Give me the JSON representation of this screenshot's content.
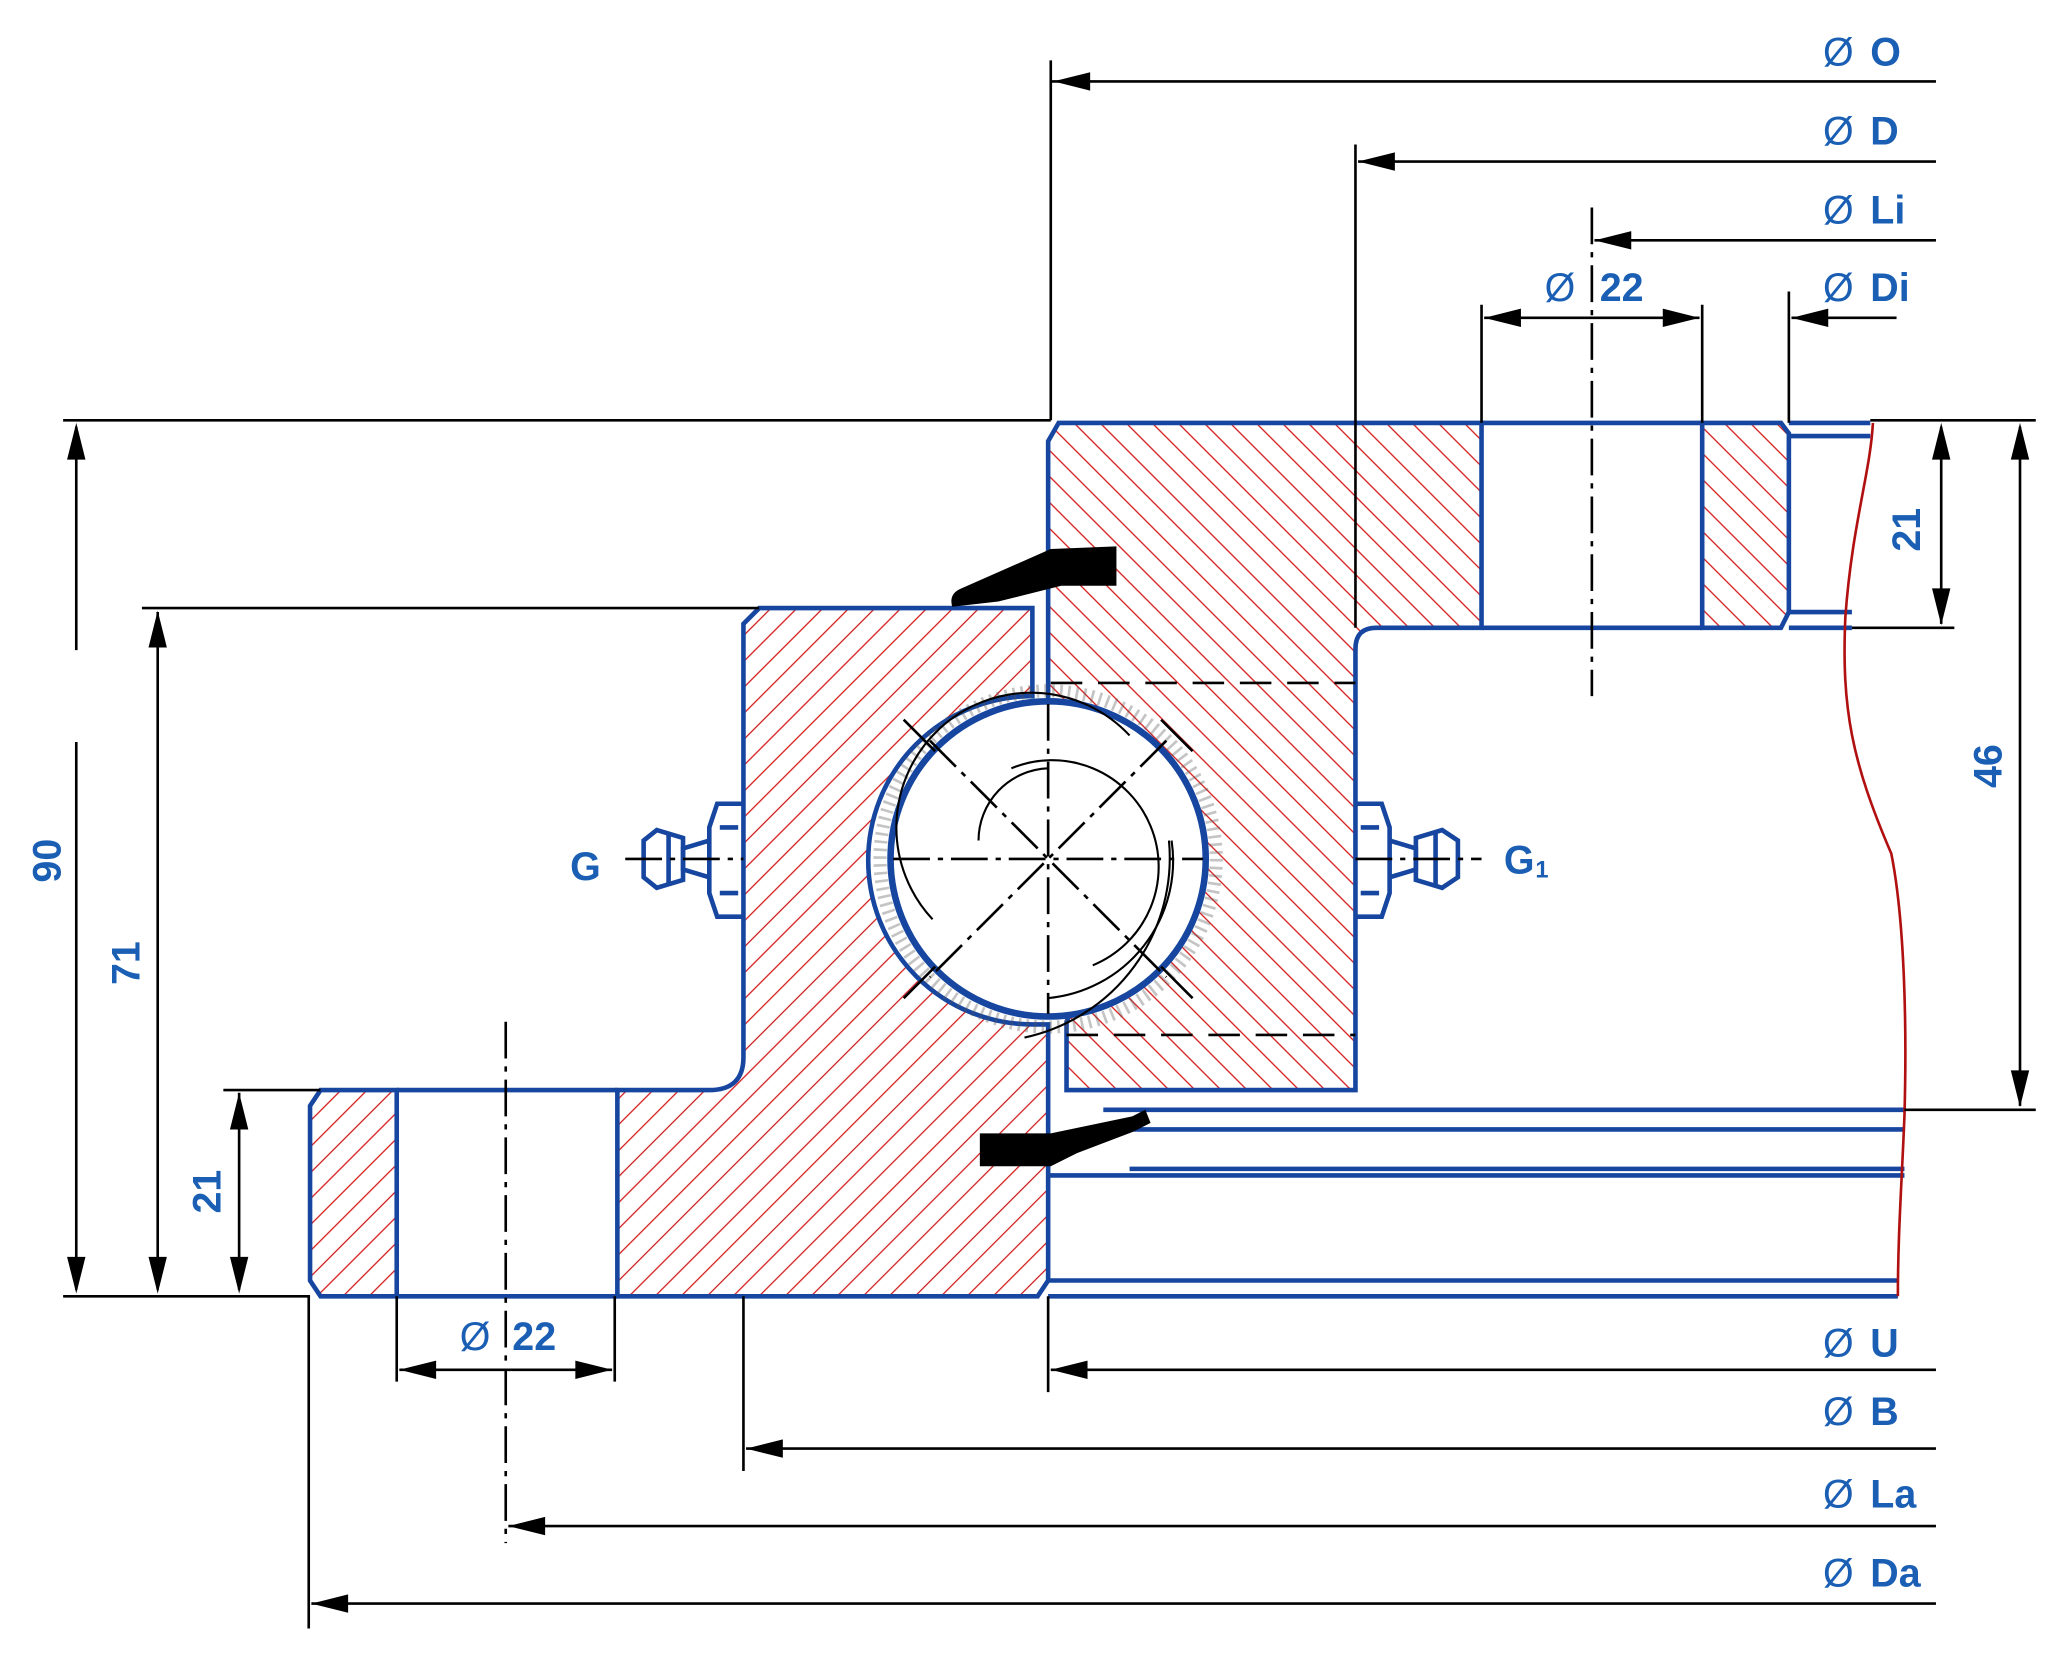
{
  "drawing": {
    "title": "Slewing bearing cross-section (four-point contact ball)",
    "colors": {
      "label": "#1a5fb4",
      "outline": "#1646a0",
      "hatch": "#d42020",
      "dimension": "#000000",
      "break_line": "#b01010"
    },
    "diameter_symbol": "Ø",
    "top_diameters": [
      {
        "symbol": "Ø",
        "name": "O"
      },
      {
        "symbol": "Ø",
        "name": "D"
      },
      {
        "symbol": "Ø",
        "name": "Li"
      },
      {
        "symbol": "Ø",
        "name": "Di"
      }
    ],
    "bottom_diameters": [
      {
        "symbol": "Ø",
        "name": "U"
      },
      {
        "symbol": "Ø",
        "name": "B"
      },
      {
        "symbol": "Ø",
        "name": "La"
      },
      {
        "symbol": "Ø",
        "name": "Da"
      }
    ],
    "hole_diameters": {
      "inner_ring_hole": {
        "symbol": "Ø",
        "value": "22"
      },
      "outer_ring_hole": {
        "symbol": "Ø",
        "value": "22"
      }
    },
    "heights": {
      "total_height": "90",
      "outer_ring_height": "71",
      "outer_flange_thickness": "21",
      "inner_flange_thickness": "21",
      "inner_ring_height": "46"
    },
    "grease_nipples": {
      "left": "G",
      "right_base": "G",
      "right_subscript": "1"
    }
  }
}
